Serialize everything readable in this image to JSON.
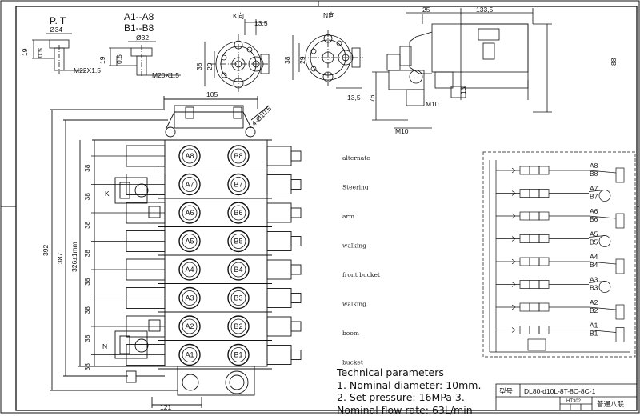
{
  "top_labels": {
    "pt": "P. T",
    "pt_dia": "Ø34",
    "pt_h1": "19",
    "pt_h2": "0.5",
    "pt_thread": "M22X1.5",
    "ab_a": "A1--A8",
    "ab_b": "B1--B8",
    "ab_dia": "Ø32",
    "ab_h1": "19",
    "ab_h2": "0.5",
    "ab_thread": "M20X1.5"
  },
  "view_k": {
    "title": "K向",
    "d135": "13,5",
    "d38": "38",
    "d29": "29"
  },
  "view_n": {
    "title": "N向",
    "d38": "38",
    "d29": "29",
    "d135": "13,5"
  },
  "side_view": {
    "d25": "25",
    "d1335": "133,5",
    "d88": "88",
    "d76": "76",
    "d13": "13",
    "m10a": "M10",
    "m10b": "M10"
  },
  "main_view": {
    "d105": "105",
    "hole": "4-Ø10.5",
    "d392": "392",
    "d387": "387",
    "d326": "326±1mm",
    "d121": "121",
    "k": "K",
    "n": "N",
    "pitch": "38",
    "ports_a": [
      "A8",
      "A7",
      "A6",
      "A5",
      "A4",
      "A3",
      "A2",
      "A1"
    ],
    "ports_b": [
      "B8",
      "B7",
      "B6",
      "B5",
      "B4",
      "B3",
      "B2",
      "B1"
    ]
  },
  "functions": [
    "alternate",
    "Steering",
    "arm",
    "walking",
    "front bucket",
    "walking",
    "boom",
    "bucket"
  ],
  "schematic_labels": [
    "A8",
    "B8",
    "A7",
    "B7",
    "A6",
    "B6",
    "A5",
    "B5",
    "A4",
    "B4",
    "A3",
    "B3",
    "A2",
    "B2",
    "A1",
    "B1"
  ],
  "tech": {
    "title": "Technical parameters",
    "line1": "1. Nominal diameter: 10mm.",
    "line2": "2. Set pressure: 16MPa 3.",
    "line3": "Nominal flow rate: 63L/min"
  },
  "title_block": {
    "model_label": "型号",
    "model": "DL80-d10L-8T-8C-8C-1",
    "code": "HT302",
    "name": "普通八联"
  }
}
